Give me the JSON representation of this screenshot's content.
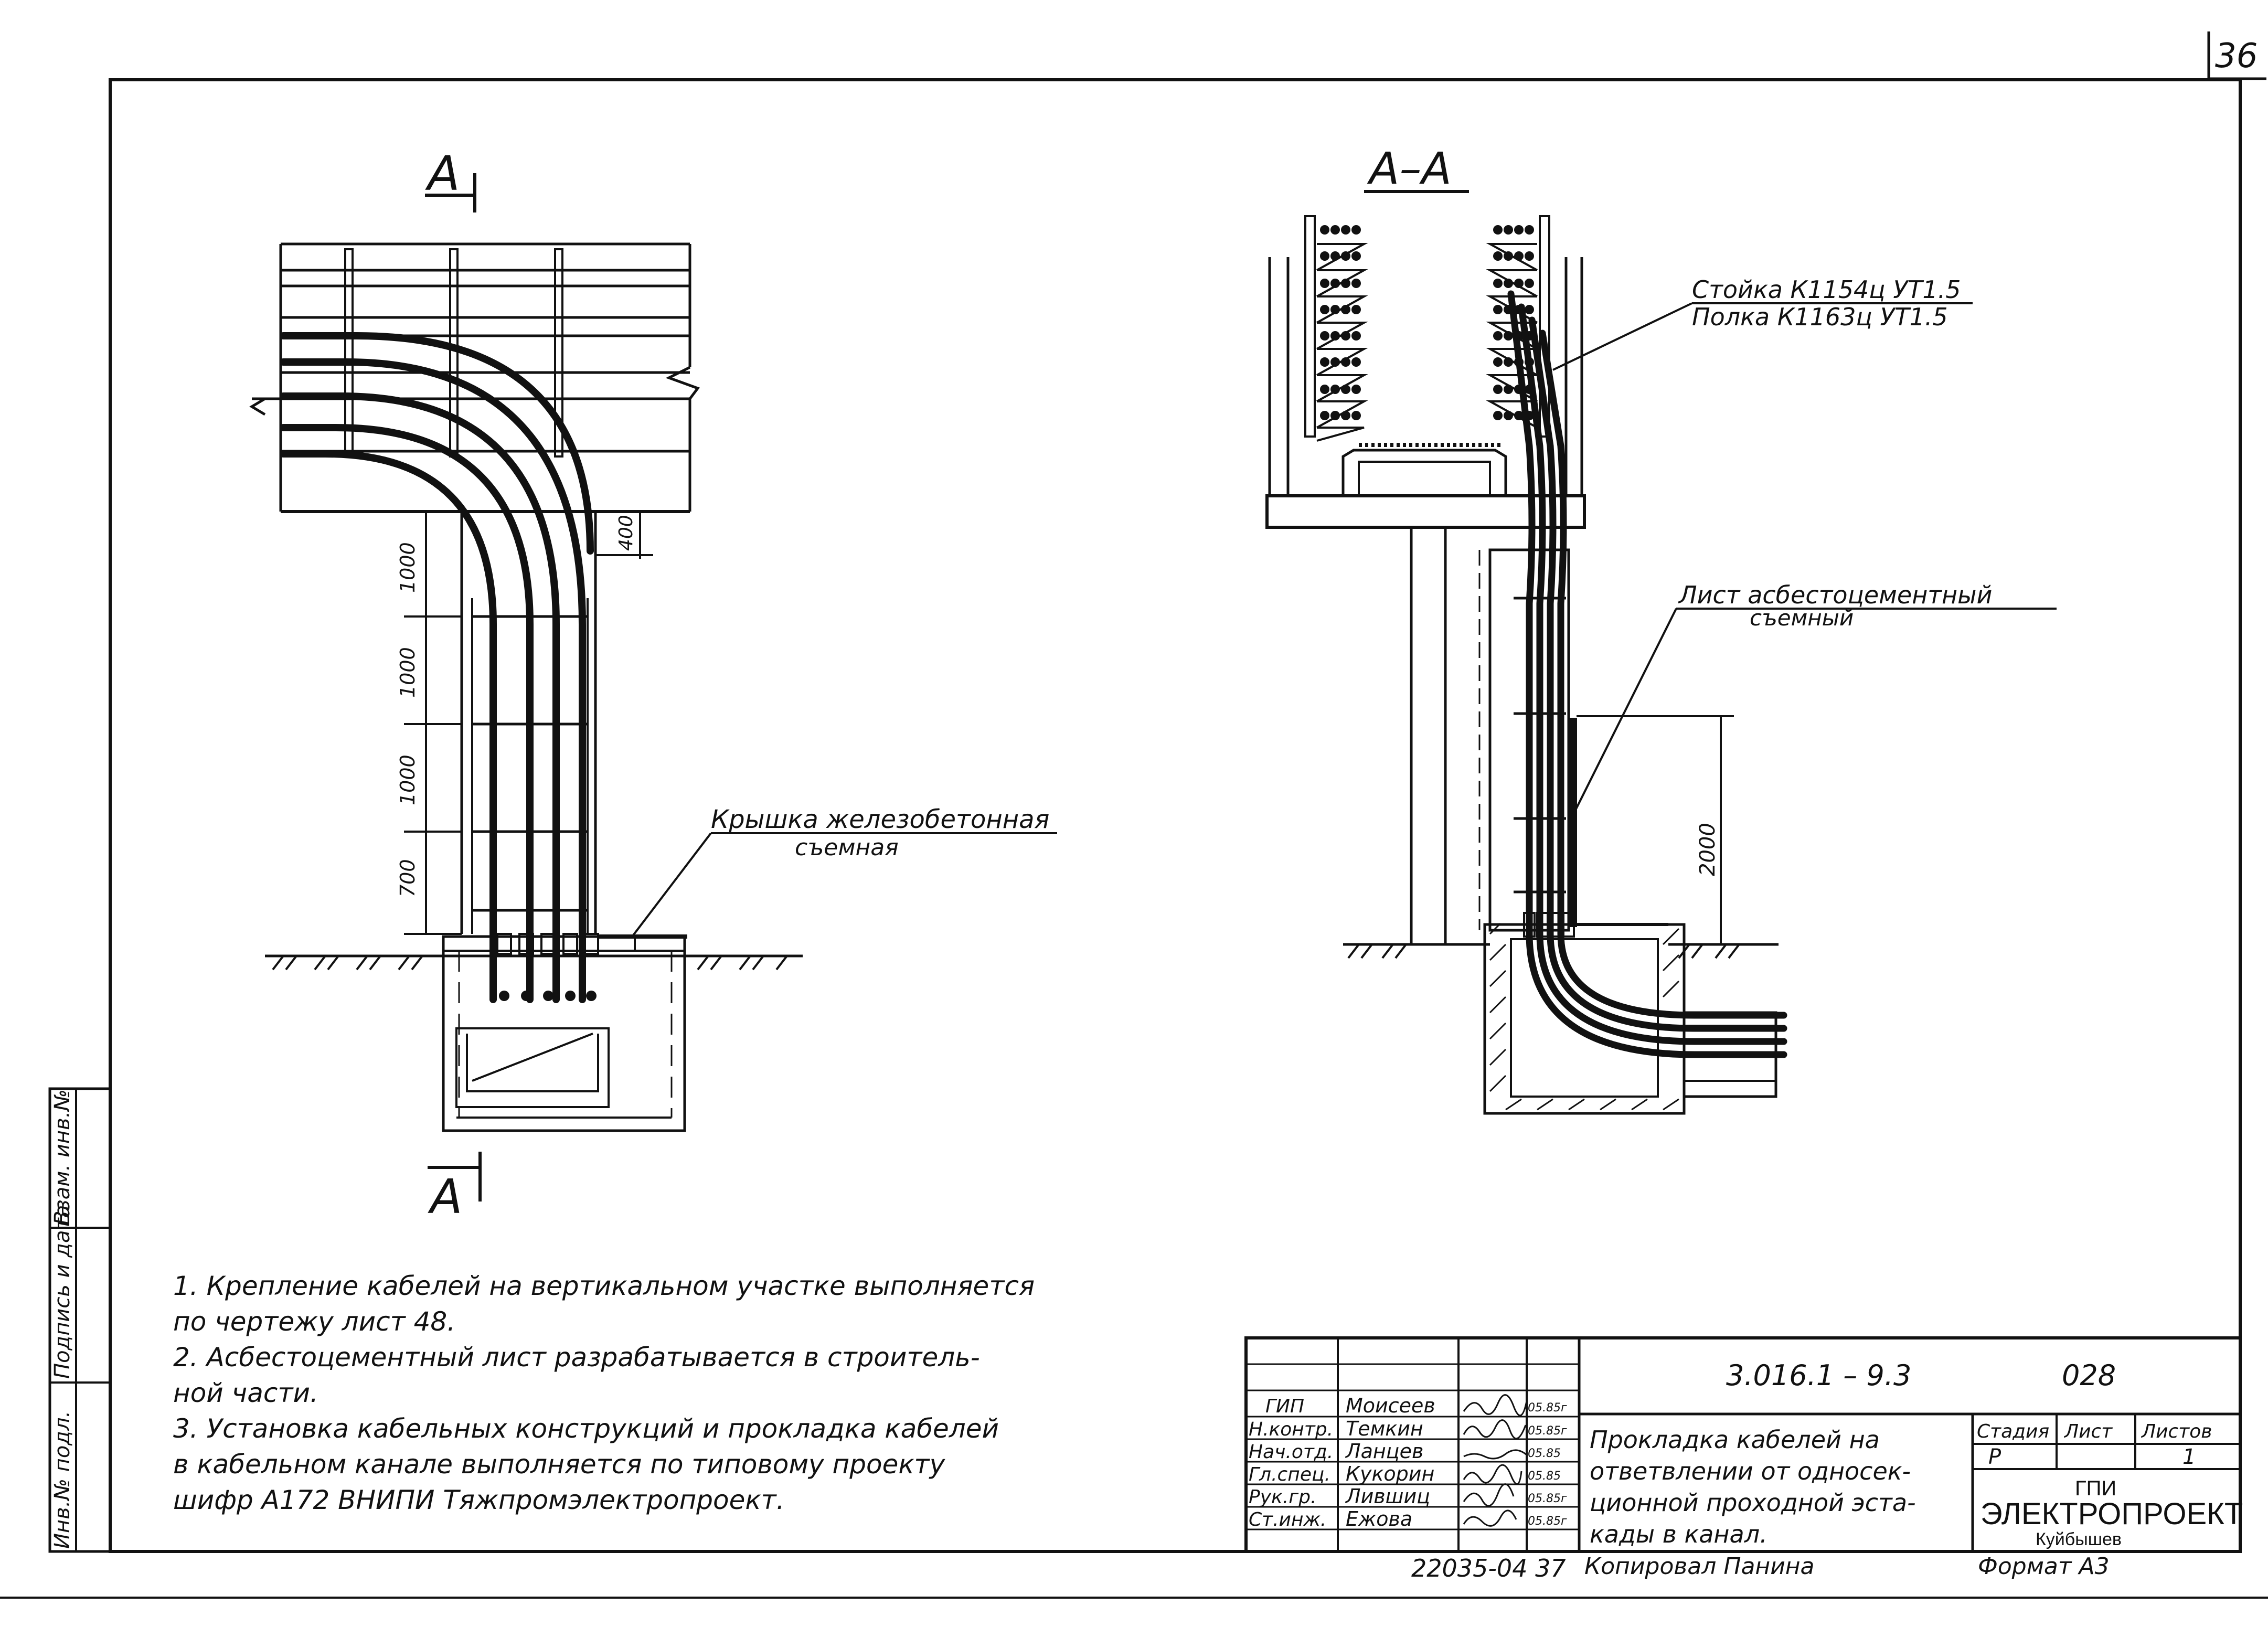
{
  "sheet_number": "36",
  "section_marks": {
    "a_top": "А",
    "a_bottom": "А",
    "section_title": "А–А"
  },
  "dimensions": {
    "d1": "1000",
    "d2": "1000",
    "d3": "1000",
    "d4": "700",
    "d_top": "400",
    "d_right": "2000"
  },
  "callouts": {
    "cover_line1": "Крышка железобетонная",
    "cover_line2": "съемная",
    "rack_line1": "Стойка К1154ц УТ1.5",
    "rack_line2": "Полка К1163ц УТ1.5",
    "sheet_line1": "Лист асбестоцементный",
    "sheet_line2": "съемный"
  },
  "notes": [
    "1.  Крепление кабелей на вертикальном участке выполняется",
    "     по чертежу лист 48.",
    "2.  Асбестоцементный лист разрабатывается в строитель-",
    "     ной части.",
    "3.  Установка кабельных конструкций и прокладка кабелей",
    "     в кабельном канале выполняется по типовому проекту",
    "     шифр А172 ВНИПИ Тяжпромэлектропроект."
  ],
  "side_stamp": [
    "Инв.№ подл.",
    "Подпись и дата",
    "Взам. инв.№"
  ],
  "title_block": {
    "code": "3.016.1 – 9.3",
    "album": "028",
    "title_lines": [
      "Прокладка кабелей на",
      "ответвлении от односек-",
      "ционной проходной эста-",
      "кады в канал."
    ],
    "stage_label": "Стадия",
    "sheet_label": "Лист",
    "sheets_label": "Листов",
    "stage": "Р",
    "sheet": "",
    "sheets": "1",
    "org_line1": "ГПИ",
    "org_line2": "ЭЛЕКТРОПРОЕКТ",
    "org_line3": "Куйбышев",
    "roles": [
      {
        "role": "ГИП",
        "name": "Моисеев",
        "date": "05.85г"
      },
      {
        "role": "Н.контр.",
        "name": "Темкин",
        "date": "05.85г"
      },
      {
        "role": "Нач.отд.",
        "name": "Ланцев",
        "date": "05.85"
      },
      {
        "role": "Гл.спец.",
        "name": "Кукорин",
        "date": "05.85"
      },
      {
        "role": "Рук.гр.",
        "name": "Лившиц",
        "date": "05.85г"
      },
      {
        "role": "Ст.инж.",
        "name": "Ежова",
        "date": "05.85г"
      }
    ],
    "archive_number": "22035-04 37",
    "copied": "Копировал  Панина",
    "format": "Формат А3"
  }
}
